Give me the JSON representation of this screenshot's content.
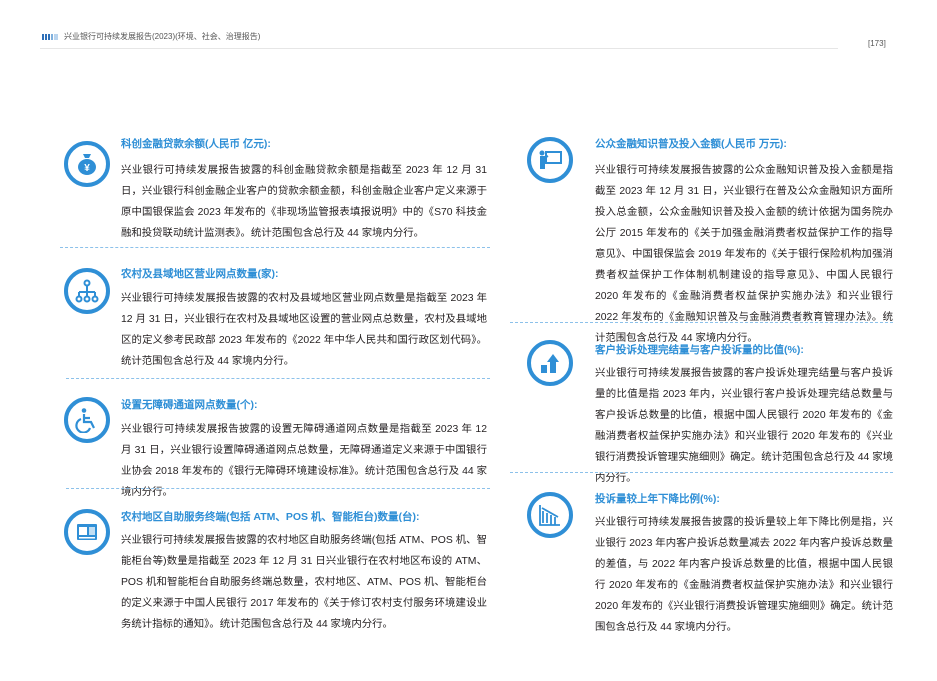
{
  "header": {
    "title": "兴业银行可持续发展报告(2023)(环境、社会、治理报告)",
    "page_number": "[173]"
  },
  "sections": [
    {
      "title": "科创金融贷款余额(人民币 亿元):",
      "body": "兴业银行可持续发展报告披露的科创金融贷款余额是指截至 2023 年 12 月 31 日，兴业银行科创金融企业客户的贷款余额金额，科创金融企业客户定义来源于原中国银保监会 2023 年发布的《非现场监管报表填报说明》中的《S70 科技金融和投贷联动统计监测表》。统计范围包含总行及 44 家境内分行。",
      "icon": "money-bag-yuan-icon"
    },
    {
      "title": "农村及县域地区营业网点数量(家):",
      "body": "兴业银行可持续发展报告披露的农村及县域地区营业网点数量是指截至 2023 年 12 月 31 日，兴业银行在农村及县域地区设置的营业网点总数量，农村及县域地区的定义参考民政部 2023 年发布的《2022 年中华人民共和国行政区划代码》。统计范围包含总行及 44 家境内分行。",
      "icon": "network-tree-icon"
    },
    {
      "title": "设置无障碍通道网点数量(个):",
      "body": "兴业银行可持续发展报告披露的设置无障碍通道网点数量是指截至 2023 年 12 月 31 日，兴业银行设置障碍通道网点总数量，无障碍通道定义来源于中国银行业协会 2018 年发布的《银行无障碍环境建设标准》。统计范围包含总行及 44 家境内分行。",
      "icon": "wheelchair-icon"
    },
    {
      "title": "农村地区自助服务终端(包括 ATM、POS 机、智能柜台)数量(台):",
      "body": "兴业银行可持续发展报告披露的农村地区自助服务终端(包括 ATM、POS 机、智能柜台等)数量是指截至 2023 年 12 月 31 日兴业银行在农村地区布设的 ATM、POS 机和智能柜台自助服务终端总数量，农村地区、ATM、POS 机、智能柜台的定义来源于中国人民银行 2017 年发布的《关于修订农村支付服务环境建设业务统计指标的通知》。统计范围包含总行及 44 家境内分行。",
      "icon": "atm-terminal-icon"
    },
    {
      "title": "公众金融知识普及投入金额(人民币 万元):",
      "body": "兴业银行可持续发展报告披露的公众金融知识普及投入金额是指截至 2023 年 12 月 31 日，兴业银行在普及公众金融知识方面所投入总金额，公众金融知识普及投入金额的统计依据为国务院办公厅 2015 年发布的《关于加强金融消费者权益保护工作的指导意见》、中国银保监会 2019 年发布的《关于银行保险机构加强消费者权益保护工作体制机制建设的指导意见》、中国人民银行 2020 年发布的《金融消费者权益保护实施办法》和兴业银行 2022 年发布的《金融知识普及与金融消费者教育管理办法》。统计范围包含总行及 44 家境内分行。",
      "icon": "presentation-teacher-icon"
    },
    {
      "title": "客户投诉处理完结量与客户投诉量的比值(%):",
      "body": "兴业银行可持续发展报告披露的客户投诉处理完结量与客户投诉量的比值是指 2023 年内，兴业银行客户投诉处理完结总数量与客户投诉总数量的比值，根据中国人民银行 2020 年发布的《金融消费者权益保护实施办法》和兴业银行 2020 年发布的《兴业银行消费投诉管理实施细则》确定。统计范围包含总行及 44 家境内分行。",
      "icon": "bar-arrow-up-icon"
    },
    {
      "title": "投诉量较上年下降比例(%):",
      "body": "兴业银行可持续发展报告披露的投诉量较上年下降比例是指，兴业银行 2023 年内客户投诉总数量减去 2022 年内客户投诉总数量的差值，与 2022 年内客户投诉总数量的比值，根据中国人民银行 2020 年发布的《金融消费者权益保护实施办法》和兴业银行 2020 年发布的《兴业银行消费投诉管理实施细则》确定。统计范围包含总行及 44 家境内分行。",
      "icon": "bar-decline-icon"
    }
  ]
}
